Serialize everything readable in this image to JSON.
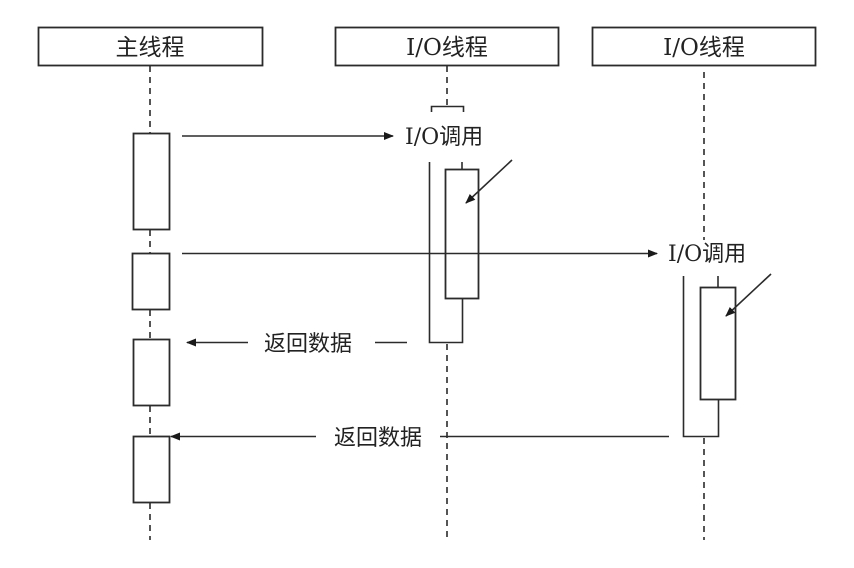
{
  "diagram": {
    "type": "sequence-diagram",
    "participants": [
      {
        "id": "main",
        "label": "主线程"
      },
      {
        "id": "io1",
        "label": "I/O线程"
      },
      {
        "id": "io2",
        "label": "I/O线程"
      }
    ],
    "messages": [
      {
        "from": "main",
        "to": "io1",
        "label": "I/O调用"
      },
      {
        "from": "main",
        "to": "io2",
        "label": "I/O调用"
      },
      {
        "from": "io1",
        "to": "main",
        "label": "返回数据"
      },
      {
        "from": "io2",
        "to": "main",
        "label": "返回数据"
      }
    ]
  },
  "colors": {
    "line": "#2b2b2b",
    "background": "#ffffff"
  }
}
